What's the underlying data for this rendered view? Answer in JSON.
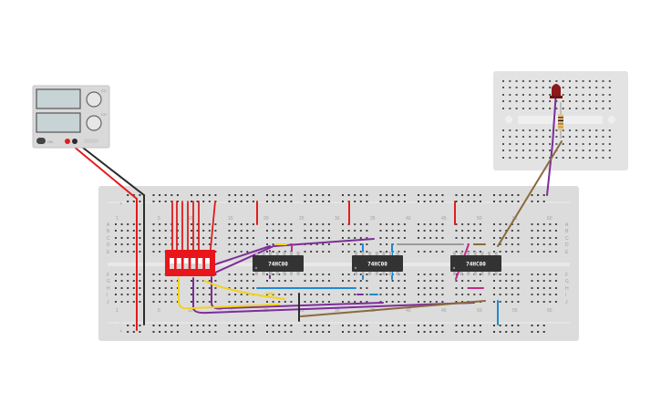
{
  "canvas": {
    "background": "#ffffff"
  },
  "power_supply": {
    "knob_labels": [
      "CC",
      "CV"
    ],
    "button_labels": [
      "ON"
    ],
    "display_color": "#c7d3d4",
    "body_color": "#d9d9d9"
  },
  "main_breadboard": {
    "row_letters_top": [
      "A",
      "B",
      "C",
      "D",
      "E"
    ],
    "row_letters_bottom": [
      "F",
      "G",
      "H",
      "I",
      "J"
    ],
    "column_numbers": [
      "1",
      "5",
      "10",
      "15",
      "20",
      "25",
      "30",
      "35",
      "40",
      "45",
      "50",
      "55",
      "60"
    ],
    "rail_signs": [
      "-",
      "+"
    ],
    "body_color": "#dcdcdc"
  },
  "mini_breadboard": {
    "body_color": "#e3e3e3"
  },
  "chips": [
    {
      "label": "74HC00"
    },
    {
      "label": "74HC00"
    },
    {
      "label": "74HC00"
    }
  ],
  "dip_switch": {
    "color": "#e8151b",
    "positions": 6
  },
  "led": {
    "color": "#8b1a1a"
  },
  "wire_colors": {
    "red": "#e11d1d",
    "black": "#2b2b2b",
    "purple": "#7d2d99",
    "yellow": "#f2d21b",
    "blue": "#1e8ad1",
    "magenta": "#c22b8a",
    "brown": "#8a6a3e",
    "grey": "#9a9a9a"
  }
}
